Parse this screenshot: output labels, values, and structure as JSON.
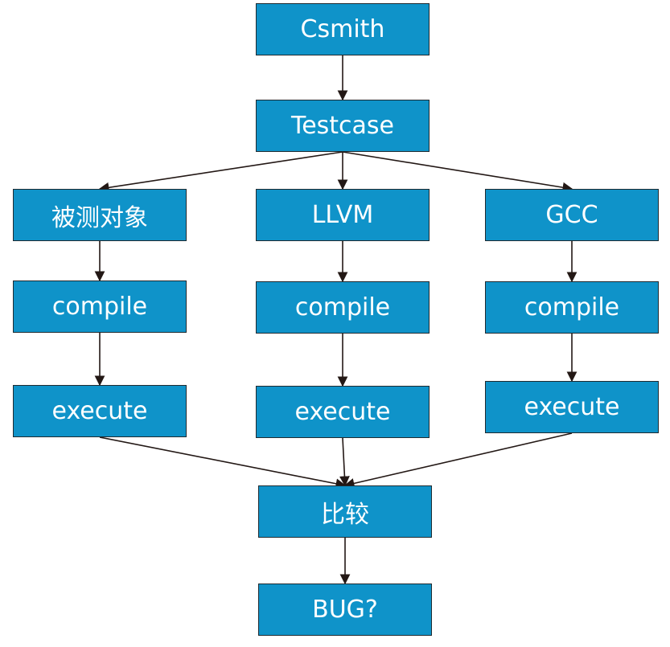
{
  "nodes": {
    "csmith": "Csmith",
    "testcase": "Testcase",
    "target": "被测对象",
    "llvm": "LLVM",
    "gcc": "GCC",
    "compile_target": "compile",
    "compile_llvm": "compile",
    "compile_gcc": "compile",
    "execute_target": "execute",
    "execute_llvm": "execute",
    "execute_gcc": "execute",
    "compare": "比较",
    "bug": "BUG?"
  },
  "colors": {
    "node_fill": "#0f93c9",
    "node_border": "#1f2a30",
    "node_text": "#ffffff",
    "arrow": "#231815"
  },
  "edges": [
    [
      "csmith",
      "testcase"
    ],
    [
      "testcase",
      "target"
    ],
    [
      "testcase",
      "llvm"
    ],
    [
      "testcase",
      "gcc"
    ],
    [
      "target",
      "compile_target"
    ],
    [
      "llvm",
      "compile_llvm"
    ],
    [
      "gcc",
      "compile_gcc"
    ],
    [
      "compile_target",
      "execute_target"
    ],
    [
      "compile_llvm",
      "execute_llvm"
    ],
    [
      "compile_gcc",
      "execute_gcc"
    ],
    [
      "execute_target",
      "compare"
    ],
    [
      "execute_llvm",
      "compare"
    ],
    [
      "execute_gcc",
      "compare"
    ],
    [
      "compare",
      "bug"
    ]
  ]
}
